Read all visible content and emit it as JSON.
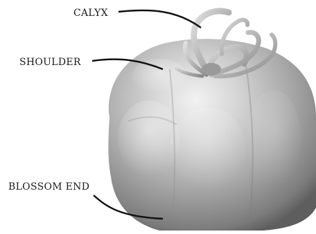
{
  "labels": {
    "calyx": "CALYX",
    "shoulder": "SHOULDER",
    "blossom_end": "BLOSSOM END"
  },
  "colors": {
    "background": "#ffffff",
    "leader_line": "#111111",
    "tomato_mid": "#b4b4b4"
  }
}
